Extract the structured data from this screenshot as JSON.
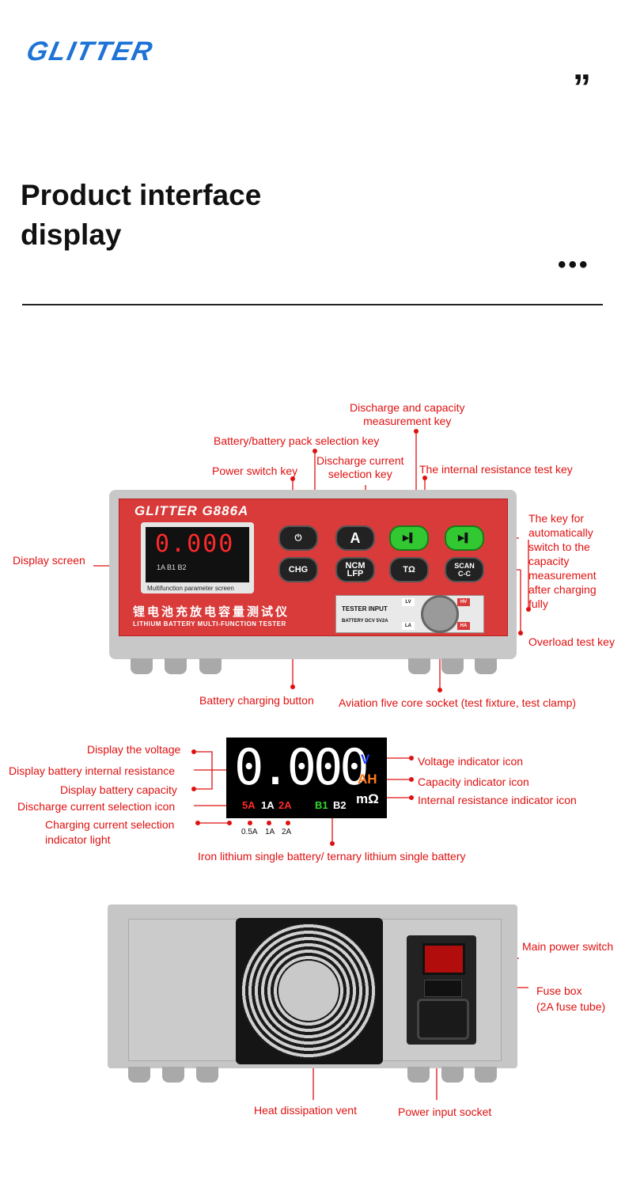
{
  "header": {
    "brand": "GLITTER",
    "quote_mark": "”",
    "title_line1": "Product interface",
    "title_line2": "display",
    "more": "•••"
  },
  "front": {
    "model": "G886A",
    "lcd_value": "0.000",
    "lcd_small": "1A       B1  B2",
    "screen_caption": "Multifunction parameter screen",
    "chinese_title": "锂电池充放电容量测试仪",
    "english_title": "LITHIUM BATTERY MULTI-FUNCTION TESTER",
    "buttons": {
      "power": "⏻",
      "current": "A",
      "discharge": "▶▌",
      "auto": "▶▌",
      "chg": "CHG",
      "ncm": "NCM\nLFP",
      "resistance": "TΩ",
      "scan": "SCAN\nC-C"
    },
    "socket_title": "TESTER INPUT",
    "socket_sub": "BATTERY DCV 5V2A",
    "tags": {
      "lv": "LV",
      "la": "LA",
      "hv": "HV",
      "ha": "HA"
    },
    "labels": {
      "discharge_key": "Discharge and capacity\nmeasurement key",
      "battery_select": "Battery/battery pack selection key",
      "power_switch": "Power switch key",
      "current_select": "Discharge current\nselection key",
      "ir_test": "The internal resistance test key",
      "auto_switch": "The key for\nautomatically\nswitch to the\ncapacity\nmeasurement\nafter charging\nfully",
      "display_screen": "Display screen",
      "overload": "Overload test key",
      "charging_button": "Battery charging button",
      "aviation_socket": "Aviation five core socket (test fixture, test clamp)"
    }
  },
  "display": {
    "digits": "0.000",
    "units": {
      "v": "V",
      "ah": "AH",
      "mohm": "mΩ"
    },
    "currents": {
      "c5": "5A",
      "c1": "1A",
      "c2": "2A"
    },
    "batteries": {
      "b1": "B1",
      "b2": "B2"
    },
    "small_currents": {
      "s05": "0.5A",
      "s1": "1A",
      "s2": "2A"
    },
    "labels": {
      "voltage": "Display the voltage",
      "resistance": "Display battery internal resistance",
      "capacity": "Display battery capacity",
      "discharge_icon": "Discharge current selection icon",
      "charging_light": "Charging current selection\nindicator light",
      "voltage_icon": "Voltage indicator icon",
      "capacity_icon": "Capacity indicator icon",
      "ir_icon": "Internal resistance indicator icon",
      "battery_type": "Iron lithium single battery/ ternary lithium single battery"
    }
  },
  "rear": {
    "labels": {
      "main_switch": "Main power switch",
      "fuse_box": "Fuse box\n(2A fuse tube)",
      "vent": "Heat dissipation vent",
      "power_socket": "Power input socket"
    }
  },
  "colors": {
    "accent": "#e01010",
    "panel": "#d93a3a",
    "brand": "#1e73d6"
  }
}
